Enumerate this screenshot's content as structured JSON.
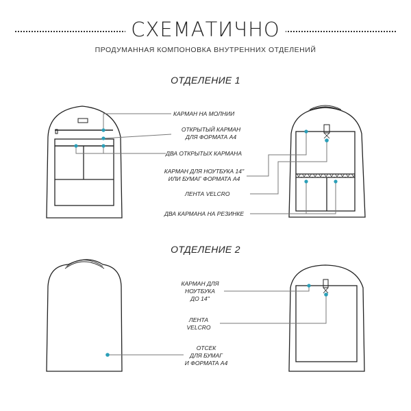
{
  "header": {
    "title": "СХЕМАТИЧНО",
    "subtitle": "ПРОДУМАННАЯ КОМПОНОВКА ВНУТРЕННИХ ОТДЕЛЕНИЙ"
  },
  "colors": {
    "accent": "#2a9fb8",
    "line": "#222222",
    "leader": "#777777"
  },
  "section1": {
    "title": "ОТДЕЛЕНИЕ 1",
    "labels": {
      "zip_pocket": "КАРМАН НА МОЛНИИ",
      "open_pocket_l1": "ОТКРЫТЫЙ КАРМАН",
      "open_pocket_l2": "ДЛЯ ФОРМАТА А4",
      "two_open_pockets": "ДВА ОТКРЫТЫХ КАРМАНА",
      "laptop_l1": "КАРМАН ДЛЯ НОУТБУКА 14''",
      "laptop_l2": "ИЛИ БУМАГ ФОРМАТА А4",
      "velcro": "ЛЕНТА VELCRO",
      "elastic_pockets": "ДВА КАРМАНА НА РЕЗИНКЕ"
    }
  },
  "section2": {
    "title": "ОТДЕЛЕНИЕ 2",
    "labels": {
      "laptop_l1": "КАРМАН ДЛЯ",
      "laptop_l2": "НОУТБУКА",
      "laptop_l3": "ДО 14''",
      "velcro_l1": "ЛЕНТА",
      "velcro_l2": "VELCRO",
      "compartment_l1": "ОТСЕК",
      "compartment_l2": "ДЛЯ БУМАГ",
      "compartment_l3": "И ФОРМАТА А4"
    }
  }
}
